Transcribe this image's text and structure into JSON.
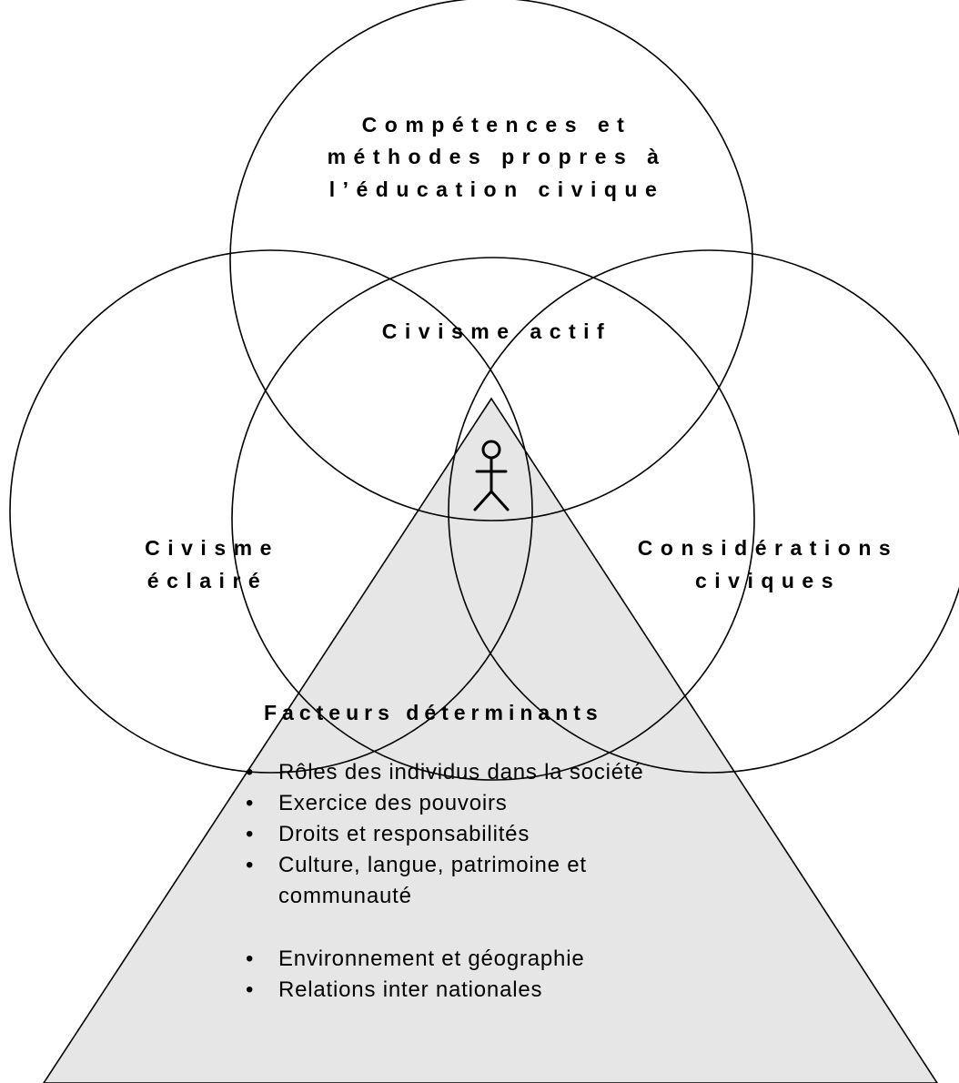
{
  "circles": {
    "top": {
      "line1": "Compétences et",
      "line2": "méthodes propres à",
      "line3": "l’éducation civique"
    },
    "center": {
      "label": "Civisme actif"
    },
    "left": {
      "line1": "Civisme",
      "line2": "éclairé"
    },
    "right": {
      "line1": "Considérations",
      "line2": "civiques"
    }
  },
  "triangle": {
    "title": "Facteurs déterminants",
    "bullet": "•",
    "items": [
      "Rôles des individus dans la société",
      "Exercice des pouvoirs",
      "Droits et responsabilités",
      "Culture, langue, patrimoine et",
      "communauté",
      "Environnement et géographie",
      "Relations inter nationales"
    ]
  },
  "icons": {
    "person": "person-stick-figure-icon"
  },
  "colors": {
    "triangle_fill": "#e6e6e6",
    "stroke": "#000000",
    "background": "#ffffff"
  }
}
